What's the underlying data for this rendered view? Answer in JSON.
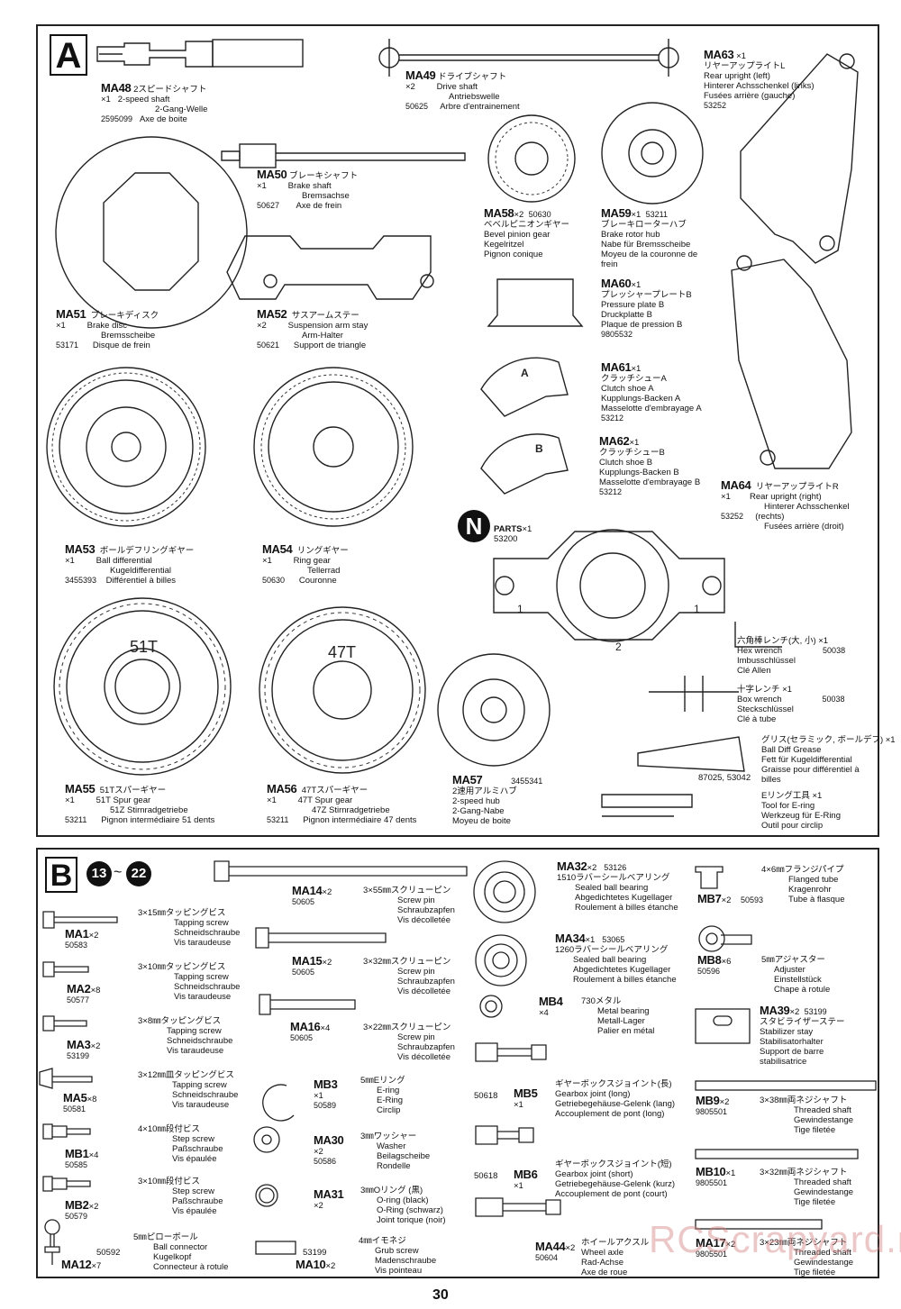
{
  "page_number": "30",
  "watermark": "RCScrapyard.net",
  "section_a": {
    "badge": "A",
    "n_badge": "N",
    "parts_label": "PARTS",
    "parts_qty": "×1",
    "parts_num": "53200",
    "marker_1a": "1",
    "marker_1b": "1",
    "marker_2": "2",
    "gear51": "51T",
    "gear47": "47T",
    "clutch_a_mark": "A",
    "clutch_b_mark": "B",
    "items": [
      {
        "code": "MA48",
        "qty": "×1",
        "jp": "2スピードシャフト",
        "num": "2595099",
        "names": [
          "2-speed shaft",
          "2-Gang-Welle",
          "Axe de boite"
        ]
      },
      {
        "code": "MA49",
        "qty": "×2",
        "jp": "ドライブシャフト",
        "num": "50625",
        "names": [
          "Drive shaft",
          "Antriebswelle",
          "Arbre d'entrainement"
        ]
      },
      {
        "code": "MA63",
        "qty": "×1",
        "jp": "リヤーアップライトL",
        "num": "53252",
        "names": [
          "Rear upright (left)",
          "Hinterer Achsschenkel (links)",
          "Fusées arrière (gauche)"
        ]
      },
      {
        "code": "MA50",
        "qty": "×1",
        "jp": "ブレーキシャフト",
        "num": "50627",
        "names": [
          "Brake shaft",
          "Bremsachse",
          "Axe de frein"
        ]
      },
      {
        "code": "MA58",
        "qty": "×2",
        "jp": "ベベルピニオンギヤー",
        "num": "50630",
        "names": [
          "Bevel pinion gear",
          "Kegelritzel",
          "Pignon conique"
        ]
      },
      {
        "code": "MA59",
        "qty": "×1",
        "jp": "ブレーキローターハブ",
        "num": "53211",
        "names": [
          "Brake rotor hub",
          "Nabe für Bremsscheibe",
          "Moyeu de la couronne de",
          "frein"
        ]
      },
      {
        "code": "MA51",
        "qty": "×1",
        "jp": "ブレーキディスク",
        "num": "53171",
        "names": [
          "Brake disc",
          "Bremsscheibe",
          "Disque de frein"
        ]
      },
      {
        "code": "MA52",
        "qty": "×2",
        "jp": "サスアームステー",
        "num": "50621",
        "names": [
          "Suspension arm stay",
          "Arm-Halter",
          "Support de triangle"
        ]
      },
      {
        "code": "MA60",
        "qty": "×1",
        "jp": "プレッシャープレートB",
        "num": "9805532",
        "names": [
          "Pressure plate B",
          "Druckplatte B",
          "Plaque de pression B"
        ]
      },
      {
        "code": "MA61",
        "qty": "×1",
        "jp": "クラッチシューA",
        "num": "53212",
        "names": [
          "Clutch shoe A",
          "Kupplungs-Backen A",
          "Masselotte d'embrayage A"
        ]
      },
      {
        "code": "MA62",
        "qty": "×1",
        "jp": "クラッチシューB",
        "num": "53212",
        "names": [
          "Clutch shoe B",
          "Kupplungs-Backen B",
          "Masselotte d'embrayage B"
        ]
      },
      {
        "code": "MA64",
        "qty": "×1",
        "jp": "リヤーアップライトR",
        "num": "53252",
        "names": [
          "Rear upright (right)",
          "Hinterer Achsschenkel",
          "(rechts)",
          "Fusées arrière (droit)"
        ]
      },
      {
        "code": "MA53",
        "qty": "×1",
        "jp": "ボールデフリングギヤー",
        "num": "3455393",
        "names": [
          "Ball differential",
          "Kugeldifferential",
          "Différentiel à billes"
        ]
      },
      {
        "code": "MA54",
        "qty": "×1",
        "jp": "リングギヤー",
        "num": "50630",
        "names": [
          "Ring gear",
          "Tellerrad",
          "Couronne"
        ]
      },
      {
        "code": "MA55",
        "qty": "×1",
        "jp": "51Tスパーギヤー",
        "num": "53211",
        "names": [
          "51T Spur gear",
          "51Z Stirnradgetriebe",
          "Pignon intermédiaire 51 dents"
        ]
      },
      {
        "code": "MA56",
        "qty": "×1",
        "jp": "47Tスパーギヤー",
        "num": "53211",
        "names": [
          "47T Spur gear",
          "47Z Stirnradgetriebe",
          "Pignon intermédiaire 47 dents"
        ]
      },
      {
        "code": "MA57",
        "qty": "",
        "jp": "2速用アルミハブ",
        "num": "3455341",
        "names": [
          "2-speed hub",
          "2-Gang-Nabe",
          "Moyeu de boite"
        ]
      }
    ],
    "tools": [
      {
        "jp": "六角棒レンチ(大, 小) ×1",
        "num": "50038",
        "names": [
          "Hex wrench",
          "Imbusschlüssel",
          "Clé Allen"
        ]
      },
      {
        "jp": "十字レンチ ×1",
        "num": "50038",
        "names": [
          "Box wrench",
          "Steckschlüssel",
          "Clé à tube"
        ]
      },
      {
        "jp": "グリス(セラミック, ボールデフ) ×1",
        "num": "87025, 53042",
        "names": [
          "Ball Diff Grease",
          "Fett für Kugeldifferential",
          "Graisse pour différentiel à",
          "billes"
        ]
      },
      {
        "jp": "Eリング工具 ×1",
        "num": "",
        "names": [
          "Tool for E-ring",
          "Werkzeug für E-Ring",
          "Outil pour circlip"
        ]
      }
    ]
  },
  "section_b": {
    "badge": "B",
    "step_from": "13",
    "step_to": "22",
    "step_sep": "~",
    "items": [
      {
        "code": "MA1",
        "qty": "×2",
        "num": "50583",
        "jp": "3×15㎜タッピングビス",
        "names": [
          "Tapping screw",
          "Schneidschraube",
          "Vis taraudeuse"
        ]
      },
      {
        "code": "MA2",
        "qty": "×8",
        "num": "50577",
        "jp": "3×10㎜タッピングビス",
        "names": [
          "Tapping screw",
          "Schneidschraube",
          "Vis taraudeuse"
        ]
      },
      {
        "code": "MA3",
        "qty": "×2",
        "num": "53199",
        "jp": "3×8㎜タッピングビス",
        "names": [
          "Tapping screw",
          "Schneidschraube",
          "Vis taraudeuse"
        ]
      },
      {
        "code": "MA5",
        "qty": "×8",
        "num": "50581",
        "jp": "3×12㎜皿タッピングビス",
        "names": [
          "Tapping screw",
          "Schneidschraube",
          "Vis taraudeuse"
        ]
      },
      {
        "code": "MB1",
        "qty": "×4",
        "num": "50585",
        "jp": "4×10㎜段付ビス",
        "names": [
          "Step screw",
          "Paßschraube",
          "Vis épaulée"
        ]
      },
      {
        "code": "MB2",
        "qty": "×2",
        "num": "50579",
        "jp": "3×10㎜段付ビス",
        "names": [
          "Step screw",
          "Paßschraube",
          "Vis épaulée"
        ]
      },
      {
        "code": "MA12",
        "qty": "×7",
        "num": "50592",
        "jp": "5㎜ピローボール",
        "names": [
          "Ball connector",
          "Kugelkopf",
          "Connecteur à rotule"
        ]
      },
      {
        "code": "MA14",
        "qty": "×2",
        "num": "50605",
        "jp": "3×55㎜スクリューピン",
        "names": [
          "Screw pin",
          "Schraubzapfen",
          "Vis décolletée"
        ]
      },
      {
        "code": "MA15",
        "qty": "×2",
        "num": "50605",
        "jp": "3×32㎜スクリューピン",
        "names": [
          "Screw pin",
          "Schraubzapfen",
          "Vis décolletée"
        ]
      },
      {
        "code": "MA16",
        "qty": "×4",
        "num": "50605",
        "jp": "3×22㎜スクリューピン",
        "names": [
          "Screw pin",
          "Schraubzapfen",
          "Vis décolletée"
        ]
      },
      {
        "code": "MB3",
        "qty": "×1",
        "num": "50589",
        "jp": "5㎜Eリング",
        "names": [
          "E-ring",
          "E-Ring",
          "Circlip"
        ]
      },
      {
        "code": "MA30",
        "qty": "×2",
        "num": "50586",
        "jp": "3㎜ワッシャー",
        "names": [
          "Washer",
          "Beilagscheibe",
          "Rondelle"
        ]
      },
      {
        "code": "MA31",
        "qty": "×2",
        "num": "",
        "jp": "3㎜Oリング (黒)",
        "names": [
          "O-ring (black)",
          "O-Ring (schwarz)",
          "Joint torique (noir)"
        ]
      },
      {
        "code": "MA10",
        "qty": "×2",
        "num": "53199",
        "jp": "4㎜イモネジ",
        "names": [
          "Grub screw",
          "Madenschraube",
          "Vis pointeau"
        ]
      },
      {
        "code": "MA32",
        "qty": "×2",
        "num": "53126",
        "jp": "1510ラバーシールベアリング",
        "names": [
          "Sealed ball bearing",
          "Abgedichtetes Kugellager",
          "Roulement à billes étanche"
        ]
      },
      {
        "code": "MA34",
        "qty": "×1",
        "num": "53065",
        "jp": "1260ラバーシールベアリング",
        "names": [
          "Sealed ball bearing",
          "Abgedichtetes Kugellager",
          "Roulement à billes étanche"
        ]
      },
      {
        "code": "MB4",
        "qty": "×4",
        "num": "",
        "jp": "730メタル",
        "names": [
          "Metal bearing",
          "Metall-Lager",
          "Palier en métal"
        ]
      },
      {
        "code": "MB5",
        "qty": "×1",
        "num": "50618",
        "jp": "ギヤーボックスジョイント(長)",
        "names": [
          "Gearbox joint (long)",
          "Getriebegehäuse-Gelenk (lang)",
          "Accouplement de pont (long)"
        ]
      },
      {
        "code": "MB6",
        "qty": "×1",
        "num": "50618",
        "jp": "ギヤーボックスジョイント(短)",
        "names": [
          "Gearbox joint (short)",
          "Getriebegehäuse-Gelenk (kurz)",
          "Accouplement de pont (court)"
        ]
      },
      {
        "code": "MA44",
        "qty": "×2",
        "num": "50604",
        "jp": "ホイールアクスル",
        "names": [
          "Wheel axle",
          "Rad-Achse",
          "Axe de roue"
        ]
      },
      {
        "code": "MB7",
        "qty": "×2",
        "num": "50593",
        "jp": "4×6㎜フランジパイプ",
        "names": [
          "Flanged tube",
          "Kragenrohr",
          "Tube à flasque"
        ]
      },
      {
        "code": "MB8",
        "qty": "×6",
        "num": "50596",
        "jp": "5㎜アジャスター",
        "names": [
          "Adjuster",
          "Einstellstück",
          "Chape à rotule"
        ]
      },
      {
        "code": "MA39",
        "qty": "×2",
        "num": "53199",
        "jp": "スタビライザーステー",
        "names": [
          "Stabilizer stay",
          "Stabilisatorhalter",
          "Support de barre",
          "stabilisatrice"
        ]
      },
      {
        "code": "MB9",
        "qty": "×2",
        "num": "9805501",
        "jp": "3×38㎜両ネジシャフト",
        "names": [
          "Threaded shaft",
          "Gewindestange",
          "Tige filetée"
        ]
      },
      {
        "code": "MB10",
        "qty": "×1",
        "num": "9805501",
        "jp": "3×32㎜両ネジシャフト",
        "names": [
          "Threaded shaft",
          "Gewindestange",
          "Tige filetée"
        ]
      },
      {
        "code": "MA17",
        "qty": "×2",
        "num": "9805501",
        "jp": "3×23㎜両ネジシャフト",
        "names": [
          "Threaded shaft",
          "Gewindestange",
          "Tige filetée"
        ]
      }
    ]
  }
}
